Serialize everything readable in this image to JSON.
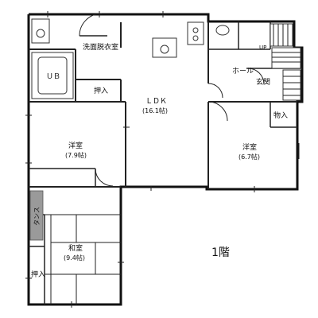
{
  "floor_label": "1階",
  "rooms": {
    "washroom": "洗面脱衣室",
    "ub": "ＵＢ",
    "closet_small": "押入",
    "ldk_name": "ＬＤＫ",
    "ldk_size": "(16.1帖)",
    "western1_name": "洋室",
    "western1_size": "(7.9帖)",
    "western2_name": "洋室",
    "western2_size": "(6.7帖)",
    "hall": "ホール",
    "entrance": "玄関",
    "storage_right": "物入",
    "tansu": "タンス",
    "japanese_name": "和室",
    "japanese_size": "(9.4帖)",
    "closet_bottom": "押入",
    "stairs_up": "UP"
  }
}
